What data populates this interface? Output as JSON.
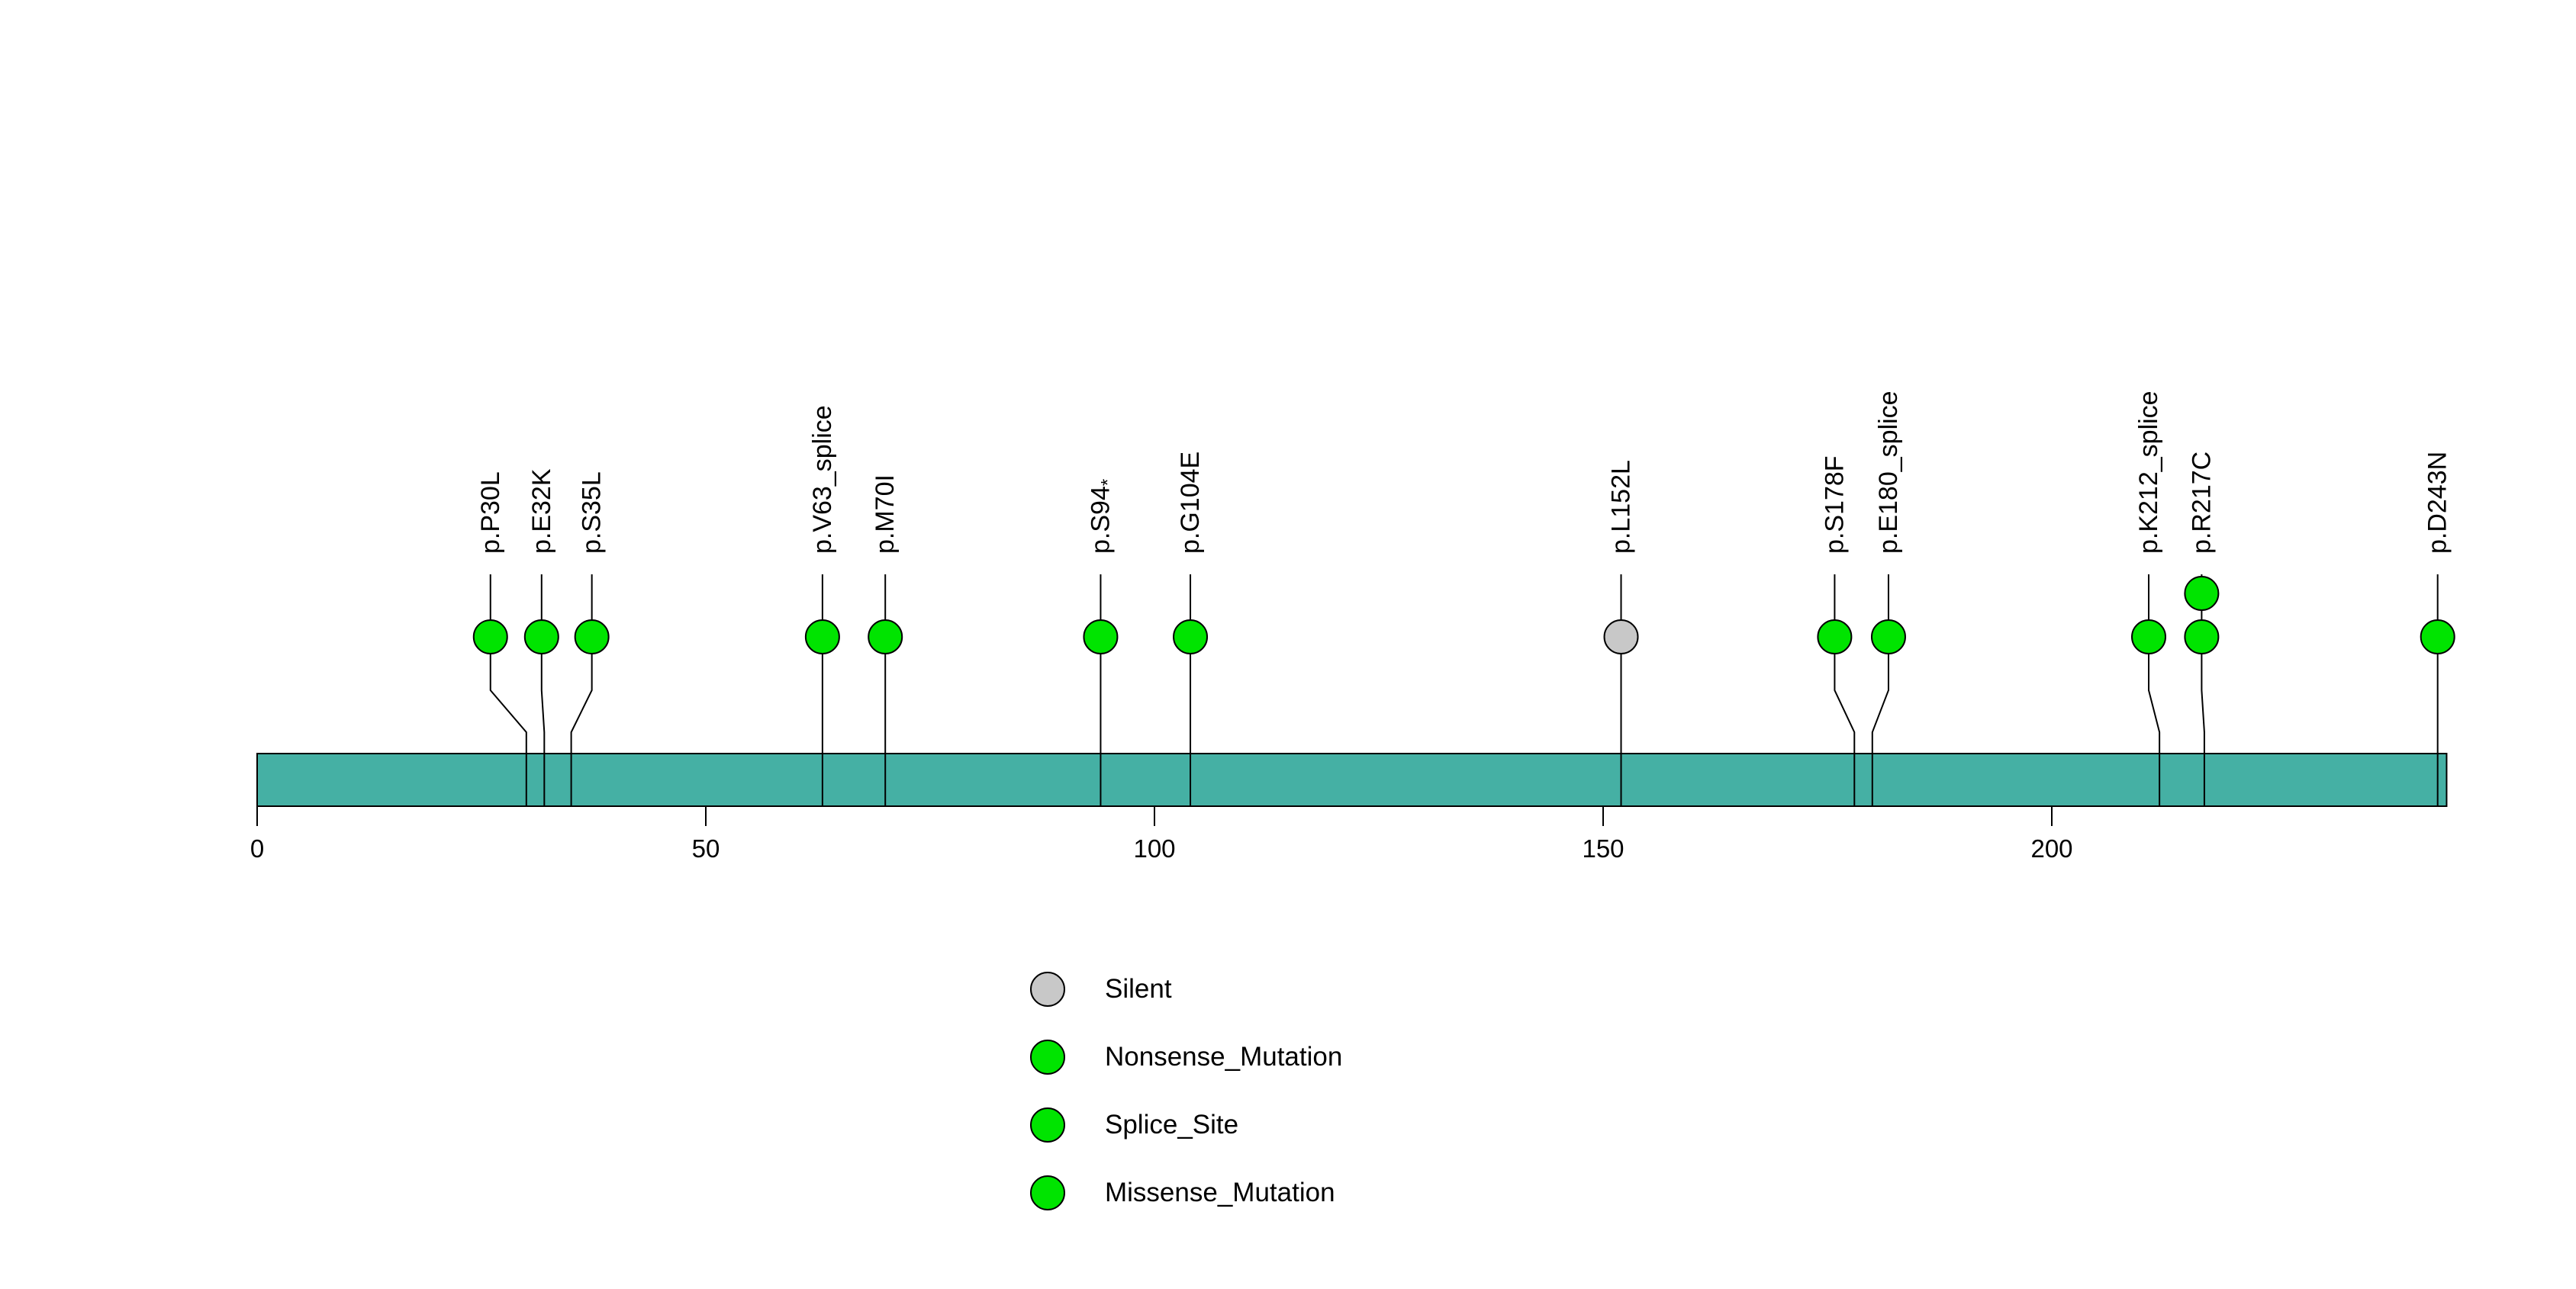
{
  "chart_data": {
    "type": "lollipop",
    "title": "",
    "xlabel": "",
    "ylabel": "",
    "xlim": [
      0,
      244
    ],
    "xticks": [
      0,
      50,
      100,
      150,
      200
    ],
    "grid": false,
    "legend_position": "bottom-left",
    "protein_bar": {
      "start": 0,
      "end": 244,
      "color": "#45B0A4",
      "border_color": "#000000"
    },
    "type_colors": {
      "Silent": "#C8C8C8",
      "Nonsense_Mutation": "#00E400",
      "Splice_Site": "#00E400",
      "Missense_Mutation": "#00E400"
    },
    "mutations": [
      {
        "label": "p.P30L",
        "pos": 30,
        "display_pos": 26.0,
        "type": "Missense_Mutation",
        "count": 1
      },
      {
        "label": "p.E32K",
        "pos": 32,
        "display_pos": 31.7,
        "type": "Missense_Mutation",
        "count": 1
      },
      {
        "label": "p.S35L",
        "pos": 35,
        "display_pos": 37.3,
        "type": "Missense_Mutation",
        "count": 1
      },
      {
        "label": "p.V63_splice",
        "pos": 63,
        "display_pos": 63,
        "type": "Splice_Site",
        "count": 1
      },
      {
        "label": "p.M70I",
        "pos": 70,
        "display_pos": 70,
        "type": "Missense_Mutation",
        "count": 1
      },
      {
        "label": "p.S94*",
        "pos": 94,
        "display_pos": 94,
        "type": "Nonsense_Mutation",
        "count": 1
      },
      {
        "label": "p.G104E",
        "pos": 104,
        "display_pos": 104,
        "type": "Missense_Mutation",
        "count": 1
      },
      {
        "label": "p.L152L",
        "pos": 152,
        "display_pos": 152,
        "type": "Silent",
        "count": 1
      },
      {
        "label": "p.S178F",
        "pos": 178,
        "display_pos": 175.8,
        "type": "Missense_Mutation",
        "count": 1
      },
      {
        "label": "p.E180_splice",
        "pos": 180,
        "display_pos": 181.8,
        "type": "Splice_Site",
        "count": 1
      },
      {
        "label": "p.K212_splice",
        "pos": 212,
        "display_pos": 210.8,
        "type": "Splice_Site",
        "count": 1
      },
      {
        "label": "p.R217C",
        "pos": 217,
        "display_pos": 216.7,
        "type": "Missense_Mutation",
        "count": 2
      },
      {
        "label": "p.D243N",
        "pos": 243,
        "display_pos": 243,
        "type": "Missense_Mutation",
        "count": 1
      }
    ]
  },
  "legend": {
    "items": [
      {
        "label": "Silent",
        "color": "#C8C8C8"
      },
      {
        "label": "Nonsense_Mutation",
        "color": "#00E400"
      },
      {
        "label": "Splice_Site",
        "color": "#00E400"
      },
      {
        "label": "Missense_Mutation",
        "color": "#00E400"
      }
    ]
  }
}
